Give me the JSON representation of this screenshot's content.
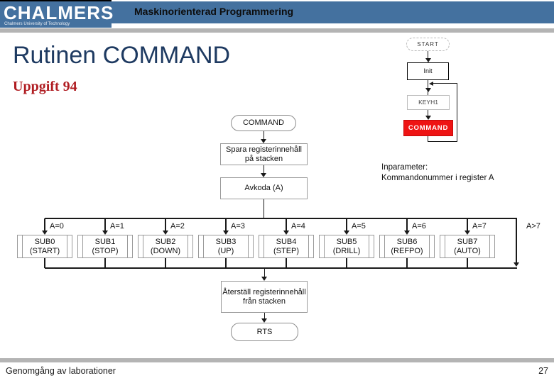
{
  "header": {
    "logo_text": "CHALMERS",
    "logo_subtext": "Chalmers University of Technology",
    "course_title": "Maskinorienterad Programmering"
  },
  "slide": {
    "title": "Rutinen COMMAND",
    "subtitle": "Uppgift 94"
  },
  "main_flowchart": {
    "start_terminator": "COMMAND",
    "save_step": {
      "line1": "Spara registerinnehåll",
      "line2": "på stacken"
    },
    "decode_step": "Avkoda (A)",
    "branches": [
      {
        "condition": "A=0",
        "sub": "SUB0",
        "name": "(START)"
      },
      {
        "condition": "A=1",
        "sub": "SUB1",
        "name": "(STOP)"
      },
      {
        "condition": "A=2",
        "sub": "SUB2",
        "name": "(DOWN)"
      },
      {
        "condition": "A=3",
        "sub": "SUB3",
        "name": "(UP)"
      },
      {
        "condition": "A=4",
        "sub": "SUB4",
        "name": "(STEP)"
      },
      {
        "condition": "A=5",
        "sub": "SUB5",
        "name": "(DRILL)"
      },
      {
        "condition": "A=6",
        "sub": "SUB6",
        "name": "(REFPO)"
      },
      {
        "condition": "A=7",
        "sub": "SUB7",
        "name": "(AUTO)"
      }
    ],
    "overflow_condition": "A>7",
    "restore_step": {
      "line1": "Återställ registerinnehåll",
      "line2": "från stacken"
    },
    "end_terminator": "RTS"
  },
  "side_flowchart": {
    "start": "START",
    "init": "Init",
    "key_routine": "KEYH1",
    "command": "COMMAND",
    "note_line1": "Inparameter:",
    "note_line2": "Kommandonummer i register A"
  },
  "footer": {
    "left_text": "Genomgång av laborationer",
    "page_number": "27"
  },
  "colors": {
    "header_blue": "#44719f",
    "divider_gray": "#b4b4b4",
    "title_navy": "#1e3a61",
    "subtitle_red": "#b01d22",
    "highlight_red": "#ee1414",
    "box_border_gray": "#9a9a9a",
    "line_black": "#1a1a1a"
  }
}
